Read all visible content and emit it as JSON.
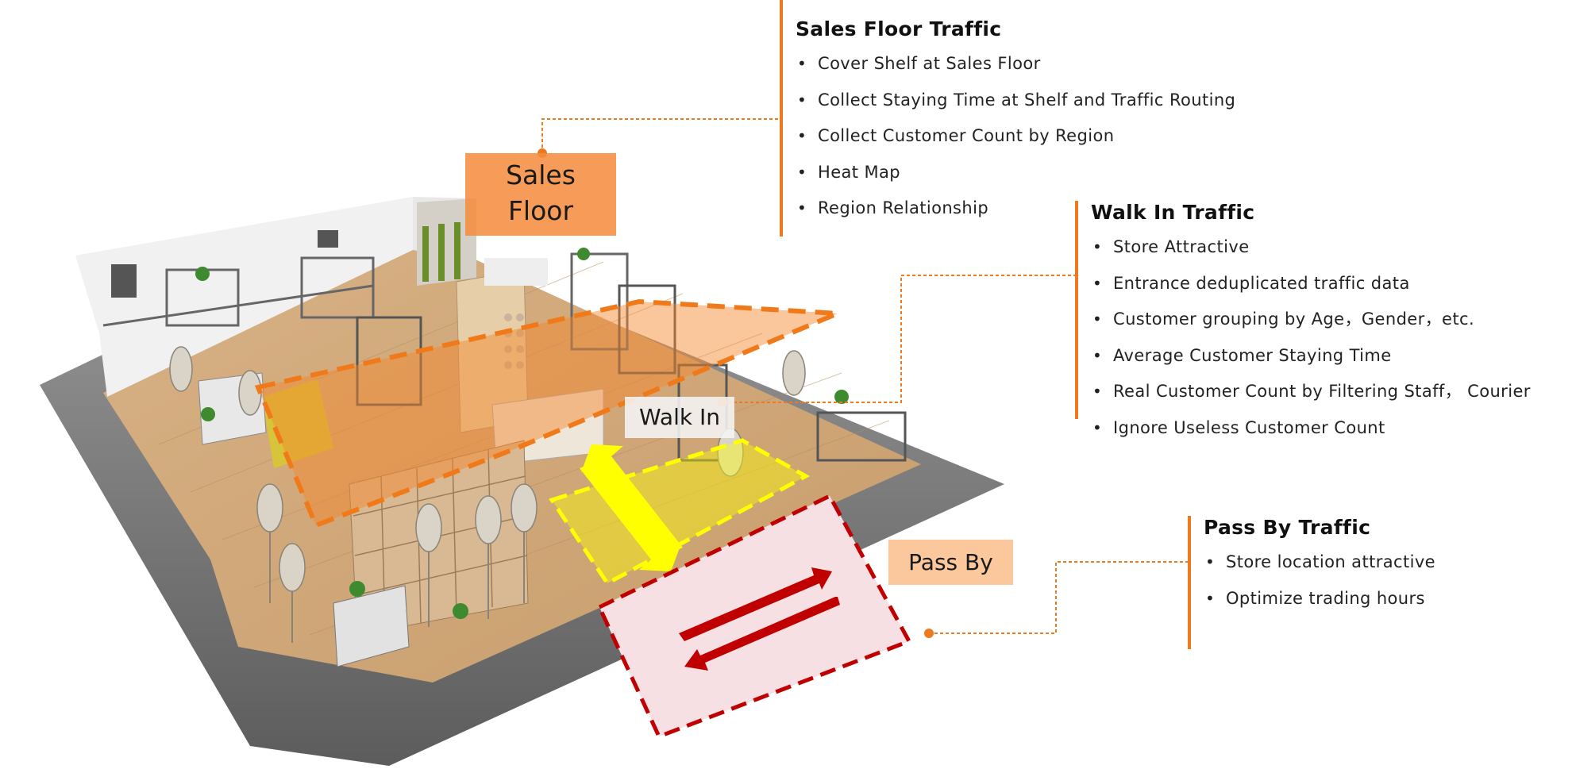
{
  "zone_labels": {
    "sales_floor": "Sales\nFloor",
    "walk_in": "Walk In",
    "pass_by": "Pass By"
  },
  "panels": {
    "sales_floor": {
      "title": "Sales Floor Traffic",
      "items": [
        "Cover Shelf at Sales Floor",
        "Collect Staying Time at Shelf and Traffic Routing",
        "Collect Customer Count by Region",
        "Heat Map",
        "Region Relationship"
      ]
    },
    "walk_in": {
      "title": "Walk In Traffic",
      "items": [
        "Store Attractive",
        "Entrance deduplicated traffic data",
        "Customer grouping by Age，Gender，etc.",
        "Average Customer Staying Time",
        "Real Customer Count by Filtering Staff， Courier",
        "Ignore Useless Customer Count"
      ]
    },
    "pass_by": {
      "title": "Pass By Traffic",
      "items": [
        "Store location attractive",
        "Optimize trading hours"
      ]
    }
  },
  "bullet_glyph": "•",
  "colors": {
    "accent_orange": "#ee7a20",
    "sales_zone": "#f5872e",
    "walk_zone": "#ffff00",
    "pass_zone": "#c00000",
    "pass_zone_fill": "#f7e0e4"
  }
}
